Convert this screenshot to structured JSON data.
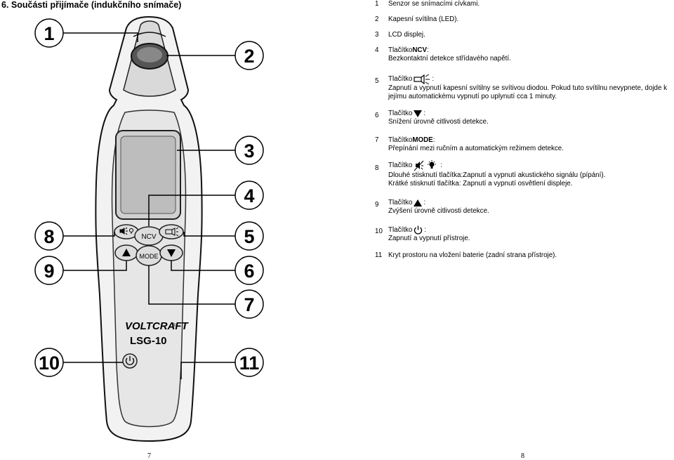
{
  "heading": "6. Součásti přijímače (indukčního snímače)",
  "device": {
    "brand": "VOLTCRAFT",
    "brand_mark": "®",
    "model": "LSG-10",
    "button_ncv": "NCV",
    "button_mode": "MODE"
  },
  "callouts": [
    "1",
    "2",
    "3",
    "4",
    "5",
    "6",
    "7",
    "8",
    "9",
    "10",
    "11"
  ],
  "items": [
    {
      "num": "1",
      "text": "Senzor se snímacími cívkami."
    },
    {
      "num": "2",
      "text": "Kapesní svítilna (LED)."
    },
    {
      "num": "3",
      "text": "LCD displej."
    },
    {
      "num": "4",
      "pre": "Tlačítko ",
      "bold": "NCV",
      "post": ":",
      "desc": "Bezkontaktní detekce střídavého napětí."
    },
    {
      "num": "5",
      "pre": "Tlačítko ",
      "icon": "flashlight-icon",
      "post": ":",
      "desc": "Zapnutí a vypnutí kapesní svítilny se svítivou diodou. Pokud tuto svítilnu nevypnete, dojde k jejímu automatickému vypnutí po uplynutí cca 1 minuty."
    },
    {
      "num": "6",
      "pre": "Tlačítko ",
      "icon": "triangle-down-icon",
      "post": ":",
      "desc": "Snížení úrovně citlivosti detekce."
    },
    {
      "num": "7",
      "pre": "Tlačítko ",
      "bold": "MODE",
      "post": ":",
      "desc": "Přepínání mezi ručním a automatickým režimem detekce."
    },
    {
      "num": "8",
      "pre": "Tlačítko ",
      "icon": "sound-light-icon",
      "post": ":",
      "desc": "Dlouhé stisknutí tlačítka:Zapnutí a vypnutí akustického signálu (pípání).",
      "desc2": "Krátké stisknutí tlačítka: Zapnutí a vypnutí osvětlení displeje."
    },
    {
      "num": "9",
      "pre": "Tlačítko ",
      "icon": "triangle-up-icon",
      "post": ":",
      "desc": "Zvýšení úrovně citlivosti detekce."
    },
    {
      "num": "10",
      "pre": "Tlačítko ",
      "icon": "power-icon",
      "post": ":",
      "desc": "Zapnutí a vypnutí přístroje."
    },
    {
      "num": "11",
      "text": "Kryt prostoru na vložení baterie (zadní strana přístroje)."
    }
  ],
  "page_numbers": {
    "left": "7",
    "right": "8"
  }
}
